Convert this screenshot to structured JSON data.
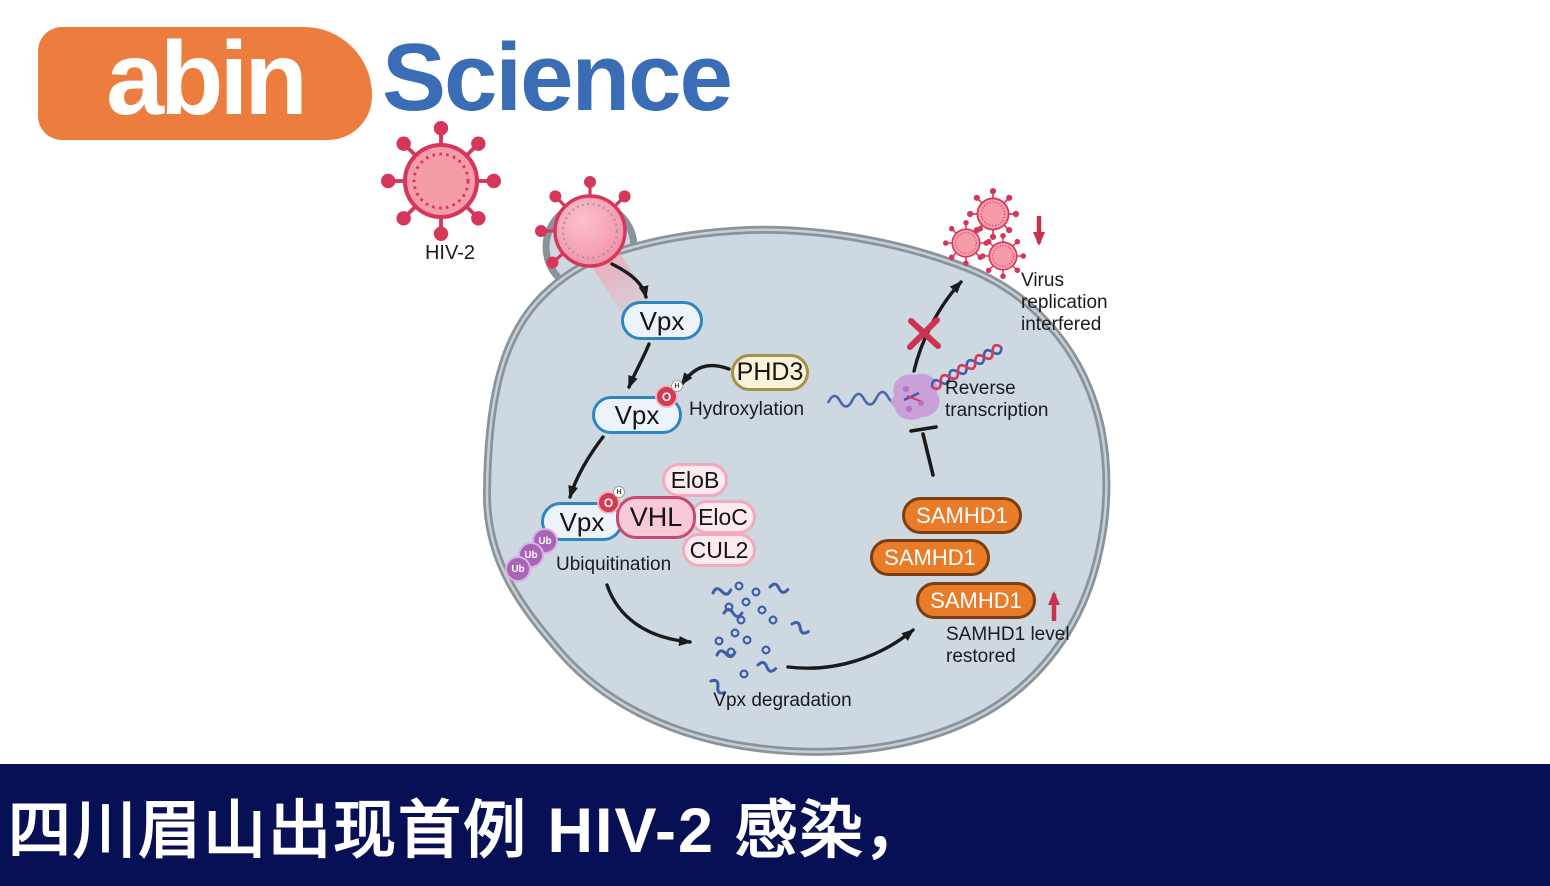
{
  "logo": {
    "abin": "abin",
    "science": "Science"
  },
  "diagram": {
    "hiv2_label": "HIV-2",
    "vpx": "Vpx",
    "phd3": "PHD3",
    "hydroxylation": "Hydroxylation",
    "hydroxyl_o": "O",
    "hydroxyl_h": "H",
    "vhl": "VHL",
    "elob": "EloB",
    "eloc": "EloC",
    "cul2": "CUL2",
    "ub": "Ub",
    "ubiquitination": "Ubiquitination",
    "vpx_degradation": "Vpx degradation",
    "samhd1": "SAMHD1",
    "samhd1_level_restored": "SAMHD1 level restored",
    "reverse_transcription": "Reverse transcription",
    "virus_replication_interfered": "Virus replication interfered"
  },
  "colors": {
    "brand_orange": "#ec7d3e",
    "brand_blue": "#3a6db6",
    "banner_navy": "#081055",
    "cell_fill": "#cdd8e0",
    "membrane_gray": "#8b939a",
    "virus_pink": "#f59cab",
    "virus_crimson": "#d6365a",
    "vpx_border_blue": "#2e86c1",
    "phd3_border_tan": "#a3924b",
    "vhl_border_pink": "#c64a73",
    "complex_pink": "#fdeaee",
    "samhd1_orange": "#e87c28",
    "ub_purple": "#a665b5",
    "rna_blue": "#3f5ea9",
    "red_accent": "#c9324e"
  },
  "banner": {
    "headline": "四川眉山出现首例 HIV-2 感染，"
  }
}
